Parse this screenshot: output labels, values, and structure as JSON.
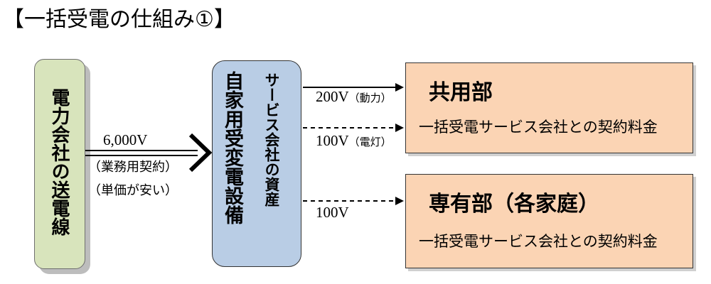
{
  "title": "【一括受電の仕組み①】",
  "power_line": {
    "label": "電力会社の送電線"
  },
  "feed": {
    "voltage": "6,000V",
    "note1": "（業務用契約）",
    "note2": "（単価が安い）"
  },
  "equipment": {
    "label1": "自家用受変電設備",
    "label2": "サービス会社の資産"
  },
  "outputs": [
    {
      "voltage": "200V",
      "purpose": "（動力）"
    },
    {
      "voltage": "100V",
      "purpose": "（電灯）"
    },
    {
      "voltage": "100V",
      "purpose": ""
    }
  ],
  "shared": {
    "heading": "共用部",
    "contract": "一括受電サービス会社との契約料金"
  },
  "private": {
    "heading": "専有部（各家庭）",
    "contract": "一括受電サービス会社との契約料金"
  }
}
